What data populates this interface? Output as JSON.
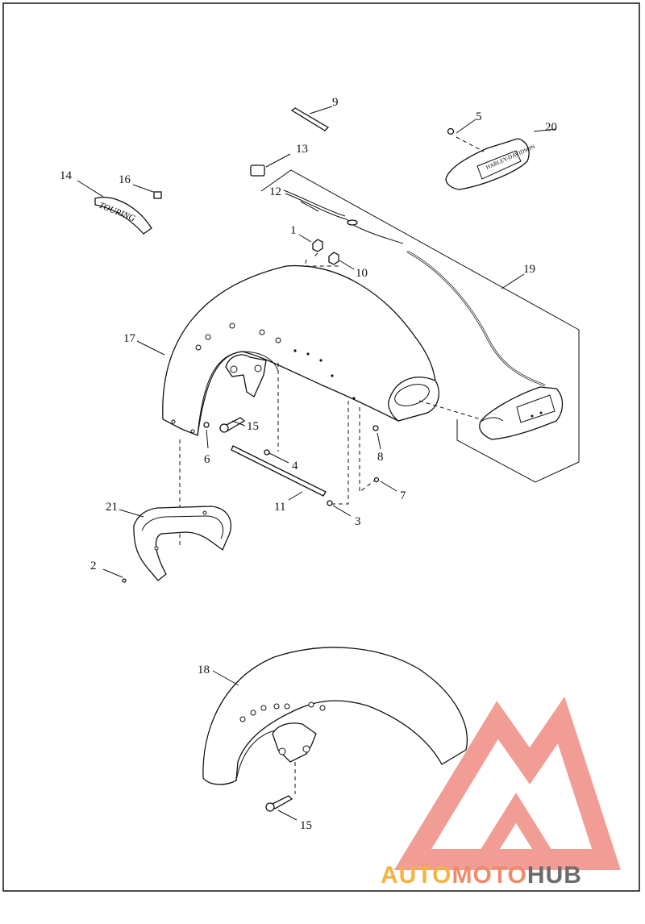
{
  "callouts": [
    {
      "id": "c1",
      "label": "1"
    },
    {
      "id": "c2",
      "label": "2"
    },
    {
      "id": "c3",
      "label": "3"
    },
    {
      "id": "c4",
      "label": "4"
    },
    {
      "id": "c5",
      "label": "5"
    },
    {
      "id": "c6",
      "label": "6"
    },
    {
      "id": "c7",
      "label": "7"
    },
    {
      "id": "c8",
      "label": "8"
    },
    {
      "id": "c9",
      "label": "9"
    },
    {
      "id": "c10",
      "label": "10"
    },
    {
      "id": "c11",
      "label": "11"
    },
    {
      "id": "c12",
      "label": "12"
    },
    {
      "id": "c13",
      "label": "13"
    },
    {
      "id": "c14",
      "label": "14"
    },
    {
      "id": "c15a",
      "label": "15"
    },
    {
      "id": "c15b",
      "label": "15"
    },
    {
      "id": "c16",
      "label": "16"
    },
    {
      "id": "c17",
      "label": "17"
    },
    {
      "id": "c18",
      "label": "18"
    },
    {
      "id": "c19",
      "label": "19"
    },
    {
      "id": "c20",
      "label": "20"
    },
    {
      "id": "c21",
      "label": "21"
    }
  ],
  "tip_lettering": "HARLEY-DAVIDSON",
  "emblem_lettering": "TOURING",
  "watermark": {
    "part1": "AUTO",
    "part2": "MOTO",
    "part3": "HUB",
    "color_auto": "#f5b342",
    "color_moto": "#f08a6a",
    "color_hub": "#6b6b6b",
    "logo_color": "#f0938a"
  }
}
